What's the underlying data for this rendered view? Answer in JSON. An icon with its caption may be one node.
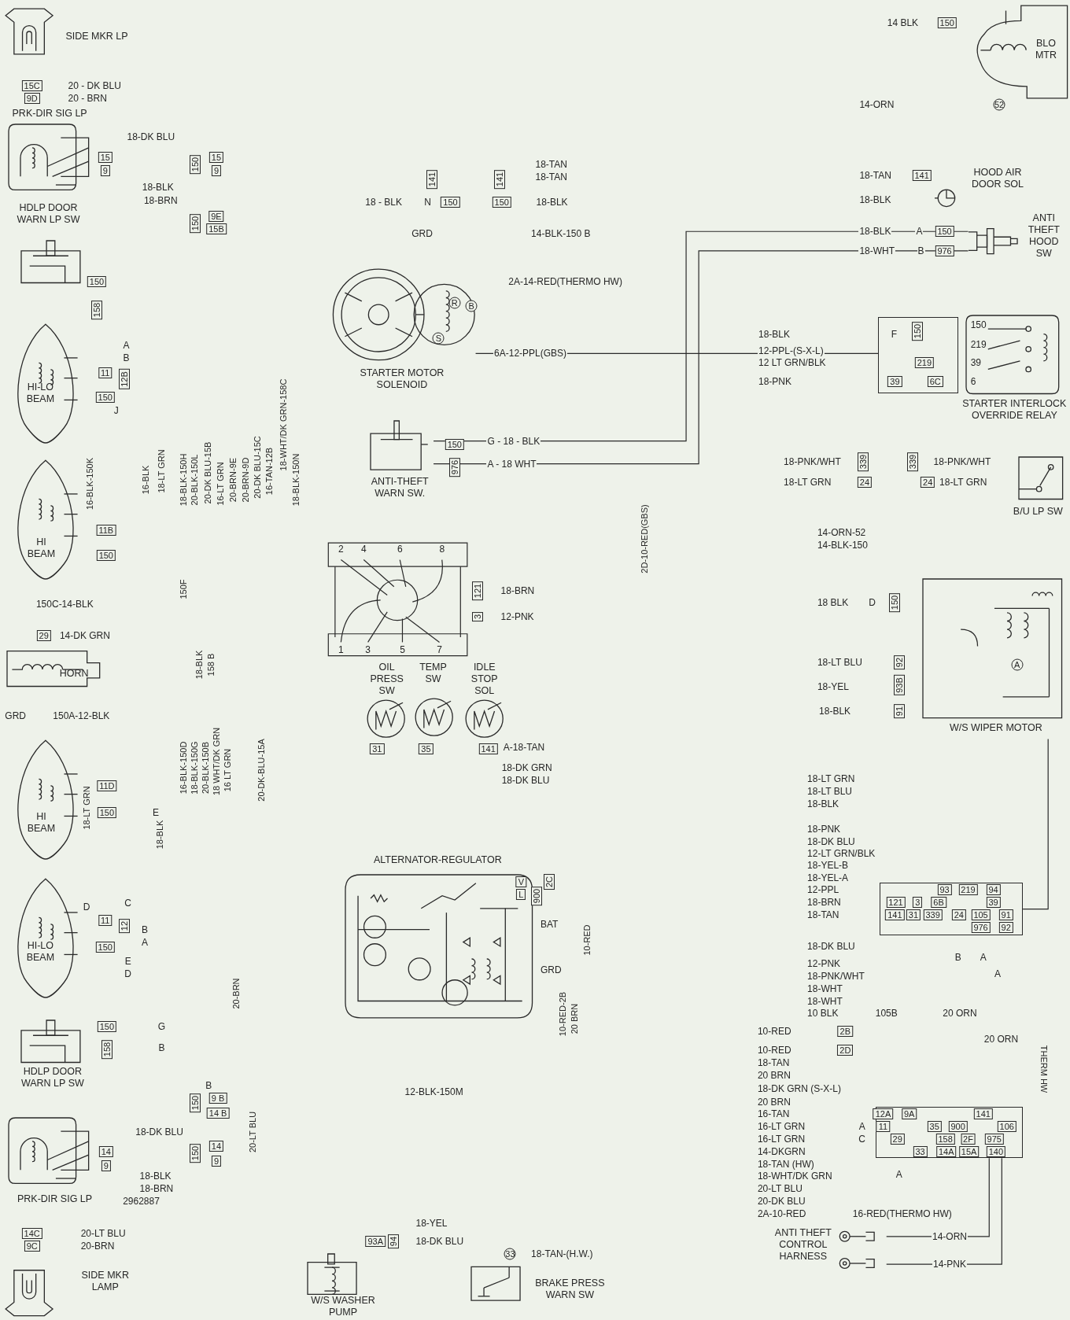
{
  "diagram": {
    "nodes": [
      {
        "text": [
          "SIDE MKR LP"
        ]
      },
      {
        "text": [
          "PRK-DIR SIG LP"
        ]
      },
      {
        "text": [
          "HDLP DOOR WARN LP SW"
        ]
      },
      {
        "text": [
          "HI-LO BEAM"
        ]
      },
      {
        "text": [
          "HI BEAM"
        ]
      },
      {
        "text": [
          "HORN"
        ]
      },
      {
        "text": [
          "HI BEAM"
        ]
      },
      {
        "text": [
          "HI-LO BEAM"
        ]
      },
      {
        "text": [
          "HDLP DOOR WARN LP SW"
        ]
      },
      {
        "text": [
          "PRK-DIR SIG LP"
        ]
      },
      {
        "text": [
          "SIDE MKR LAMP"
        ]
      },
      {
        "text": [
          "STARTER MOTOR SOLENOID"
        ]
      },
      {
        "text": [
          "ANTI-THEFT WARN SW."
        ]
      },
      {
        "text": [
          "OIL PRESS SW"
        ]
      },
      {
        "text": [
          "TEMP SW"
        ]
      },
      {
        "text": [
          "IDLE STOP SOL"
        ]
      },
      {
        "text": [
          "ALTERNATOR-REGULATOR"
        ]
      },
      {
        "text": [
          "W/S WASHER PUMP"
        ]
      },
      {
        "text": [
          "BRAKE PRESS WARN SW"
        ]
      },
      {
        "text": [
          "BLO MTR"
        ]
      },
      {
        "text": [
          "HOOD AIR DOOR SOL"
        ]
      },
      {
        "text": [
          "ANTI THEFT HOOD SW"
        ]
      },
      {
        "text": [],
        "shape": "box"
      },
      {
        "text": [
          "STARTER INTERLOCK OVERRIDE RELAY"
        ]
      },
      {
        "text": [
          "B/U LP SW"
        ]
      },
      {
        "text": [
          "W/S WIPER MOTOR"
        ]
      },
      {
        "text": [
          "ANTI THEFT CONTROL HARNESS"
        ]
      },
      {
        "text": [],
        "shape": "box"
      },
      {
        "text": [],
        "shape": "box"
      }
    ],
    "edges": [
      {
        "from": 28,
        "to": 26,
        "arrow": "none",
        "label": "14-ORN"
      },
      {
        "from": 28,
        "to": 26,
        "arrow": "none",
        "label": "14-PNK"
      },
      {
        "from": 25,
        "to": 27,
        "arrow": "none"
      },
      {
        "from": 11,
        "to": 22,
        "arrow": "none",
        "label": "6A-12-PPL(GBS)"
      },
      {
        "from": 12,
        "to": 21,
        "arrow": "none"
      },
      {
        "from": 12,
        "to": 21,
        "arrow": "none"
      }
    ],
    "labels": [
      "15C",
      "9D",
      "20 - DK BLU",
      "20 - BRN",
      "18-DK BLU",
      "15",
      "9",
      "150",
      "15",
      "9",
      "18-BLK",
      "18-BRN",
      "150",
      "9E",
      "15B",
      "150",
      "158",
      "A",
      "B",
      "11",
      "12B",
      "150",
      "J",
      "16-BLK-150K",
      "16-BLK",
      "18-LT GRN",
      "18-BLK-150H",
      "20-BLK-150L",
      "20-DK BLU-15B",
      "16-LT GRN",
      "20-BRN-9E",
      "20-BRN-9D",
      "20-DK BLU-15C",
      "16-TAN-12B",
      "18-WHT/DK GRN-158C",
      "18-BLK-150N",
      "11B",
      "150",
      "150F",
      "150C-14-BLK",
      "29",
      "14-DK GRN",
      "18-BLK",
      "158 B",
      "GRD",
      "150A-12-BLK",
      "16-BLK-150D",
      "18-BLK-150G",
      "20-BLK-150B",
      "18 WHT/DK GRN",
      "16 LT GRN",
      "20-DK-BLU-15A",
      "18-BLK",
      "18-LT GRN",
      "11D",
      "150",
      "E",
      "D",
      "C",
      "11",
      "12",
      "B",
      "A",
      "150",
      "E",
      "D",
      "20-BRN",
      "150",
      "G",
      "158",
      "B",
      "150",
      "B",
      "9 B",
      "14 B",
      "20-LT BLU",
      "18-DK BLU",
      "14",
      "9",
      "150",
      "14",
      "9",
      "18-BLK",
      "18-BRN",
      "2962887",
      "14C",
      "9C",
      "20-LT BLU",
      "20-BRN",
      "18-TAN",
      "18-TAN",
      "141",
      "141",
      "18 - BLK",
      "N",
      "150",
      "150",
      "18-BLK",
      "GRD",
      "14-BLK-150 B",
      "2A-14-RED(THERMO HW)",
      "R",
      "B",
      "S",
      "150",
      "976",
      "G - 18 - BLK",
      "A - 18 WHT",
      "2",
      "4",
      "6",
      "8",
      "1",
      "3",
      "5",
      "7",
      "121",
      "3",
      "18-BRN",
      "12-PNK",
      "31",
      "35",
      "141",
      "A-18-TAN",
      "18-DK GRN",
      "18-DK BLU",
      "2D-10-RED(GBS)",
      "V",
      "L",
      "900",
      "2C",
      "BAT",
      "GRD",
      "10-RED-2B",
      "20 BRN",
      "10-RED",
      "12-BLK-150M",
      "18-YEL",
      "93A",
      "94",
      "18-DK BLU",
      "33",
      "18-TAN-(H.W.)",
      "14 BLK",
      "150",
      "14-ORN",
      "52",
      "18-TAN",
      "141",
      "18-BLK",
      "18-BLK",
      "A",
      "150",
      "18-WHT",
      "B",
      "976",
      "18-BLK",
      "F",
      "150",
      "12-PPL-(S-X-L)",
      "12 LT GRN/BLK",
      "219",
      "18-PNK",
      "39",
      "6C",
      "150",
      "219",
      "39",
      "6",
      "18-PNK/WHT",
      "339",
      "18-LT GRN",
      "24",
      "339",
      "18-PNK/WHT",
      "24",
      "18-LT GRN",
      "14-ORN-52",
      "14-BLK-150",
      "18 BLK",
      "D",
      "150",
      "18-LT BLU",
      "92",
      "18-YEL",
      "93B",
      "18-BLK",
      "91",
      "A",
      "18-LT GRN",
      "18-LT BLU",
      "18-BLK",
      "18-PNK",
      "18-DK BLU",
      "12-LT GRN/BLK",
      "18-YEL-B",
      "18-YEL-A",
      "12-PPL",
      "18-BRN",
      "18-TAN",
      "18-DK BLU",
      "12-PNK",
      "18-PNK/WHT",
      "18-WHT",
      "18-WHT",
      "10 BLK",
      "105B",
      "20 ORN",
      "93",
      "219",
      "94",
      "121",
      "3",
      "6B",
      "39",
      "141",
      "31",
      "339",
      "24",
      "105",
      "91",
      "976",
      "92",
      "B",
      "A",
      "A",
      "10-RED",
      "2B",
      "10-RED",
      "2D",
      "18-TAN",
      "20 BRN",
      "18-DK GRN (S-X-L)",
      "20 BRN",
      "16-TAN",
      "16-LT GRN",
      "A",
      "16-LT GRN",
      "C",
      "14-DKGRN",
      "18-TAN (HW)",
      "18-WHT/DK GRN",
      "A",
      "20-LT BLU",
      "20-DK BLU",
      "2A-10-RED",
      "16-RED(THERMO HW)",
      "20 ORN",
      "THERM HW",
      "12A",
      "9A",
      "141",
      "11",
      "35",
      "900",
      "106",
      "29",
      "158",
      "2F",
      "975",
      "33",
      "14A",
      "15A",
      "140"
    ]
  }
}
